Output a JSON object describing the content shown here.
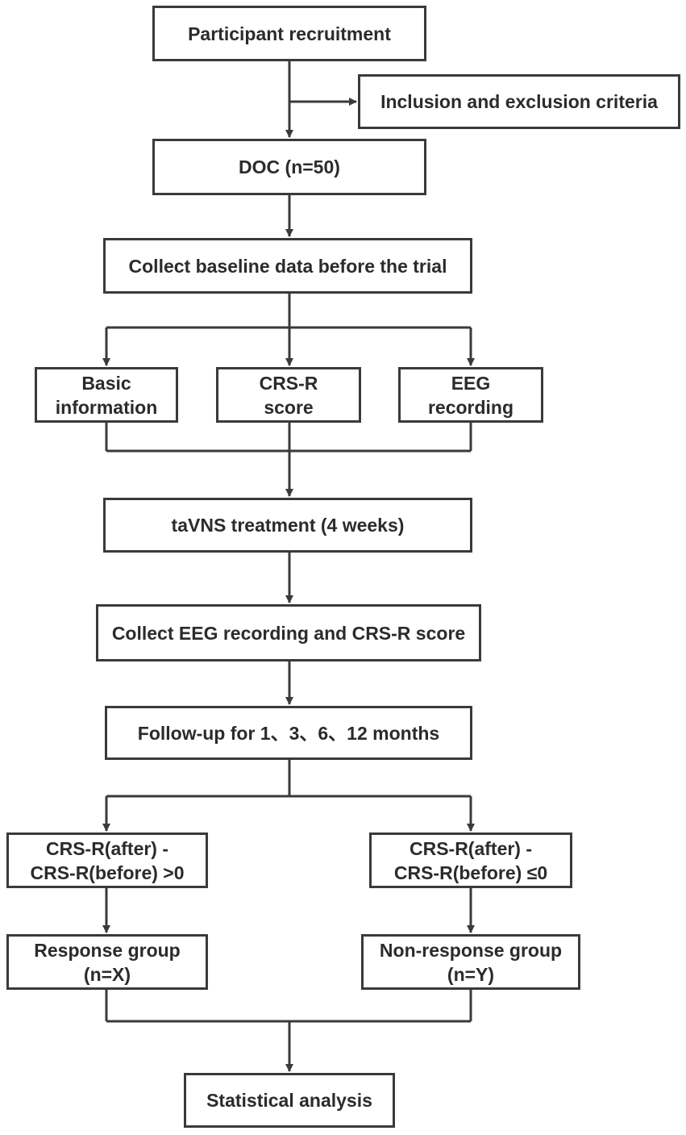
{
  "flowchart": {
    "recruitment": "Participant recruitment",
    "criteria": "Inclusion and exclusion criteria",
    "doc": "DOC (n=50)",
    "baseline": "Collect baseline data before the trial",
    "basic_info": [
      "Basic",
      "information"
    ],
    "crs_score": [
      "CRS-R",
      "score"
    ],
    "eeg_recording": [
      "EEG",
      "recording"
    ],
    "treatment": "taVNS treatment (4 weeks)",
    "collect_after": "Collect EEG recording and CRS-R score",
    "followup": "Follow-up for 1、3、6、12 months",
    "cond_positive": [
      "CRS-R(after) -",
      "CRS-R(before) >0"
    ],
    "cond_nonpositive": [
      "CRS-R(after) -",
      "CRS-R(before) ≤0"
    ],
    "response_group": [
      "Response group",
      "(n=X)"
    ],
    "nonresponse_group": [
      "Non-response group",
      "(n=Y)"
    ],
    "analysis": "Statistical analysis"
  },
  "colors": {
    "stroke": "#3a3a3a",
    "text": "#2b2b2b",
    "background": "#ffffff"
  }
}
